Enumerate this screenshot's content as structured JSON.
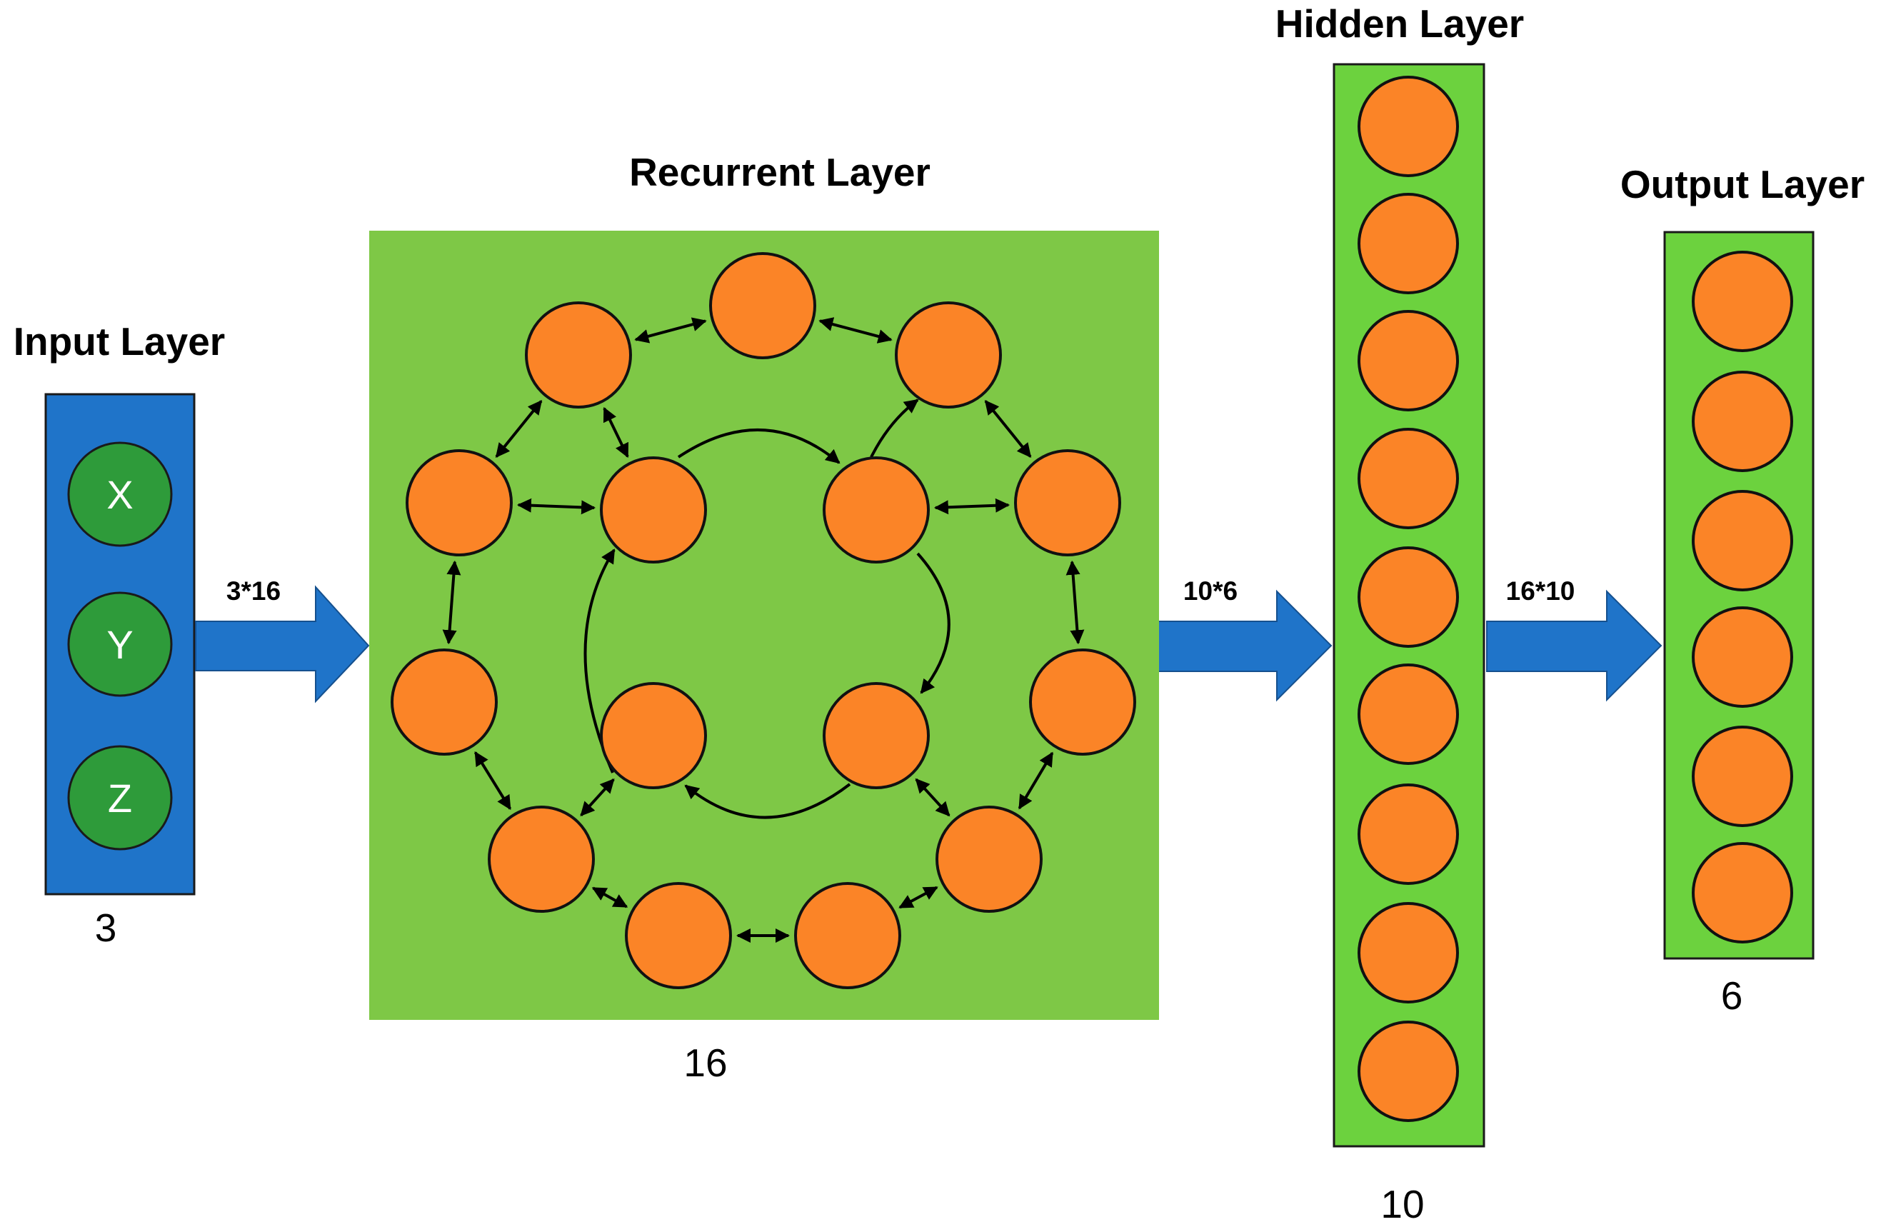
{
  "layers": {
    "input": {
      "title": "Input Layer",
      "count": "3",
      "nodes": [
        "X",
        "Y",
        "Z"
      ]
    },
    "recurrent": {
      "title": "Recurrent Layer",
      "count": "16"
    },
    "hidden": {
      "title": "Hidden Layer",
      "count": "10"
    },
    "output": {
      "title": "Output Layer",
      "count": "6"
    }
  },
  "connections": {
    "input_to_recurrent": "3*16",
    "recurrent_to_hidden": "10*6",
    "hidden_to_output": "16*10"
  },
  "colors": {
    "input_panel": "#1f74c9",
    "input_node": "#2e9b3a",
    "recurrent_panel": "#7ec846",
    "hidden_panel": "#6cd23e",
    "neuron": "#fb8427",
    "arrow": "#1f74c9"
  }
}
